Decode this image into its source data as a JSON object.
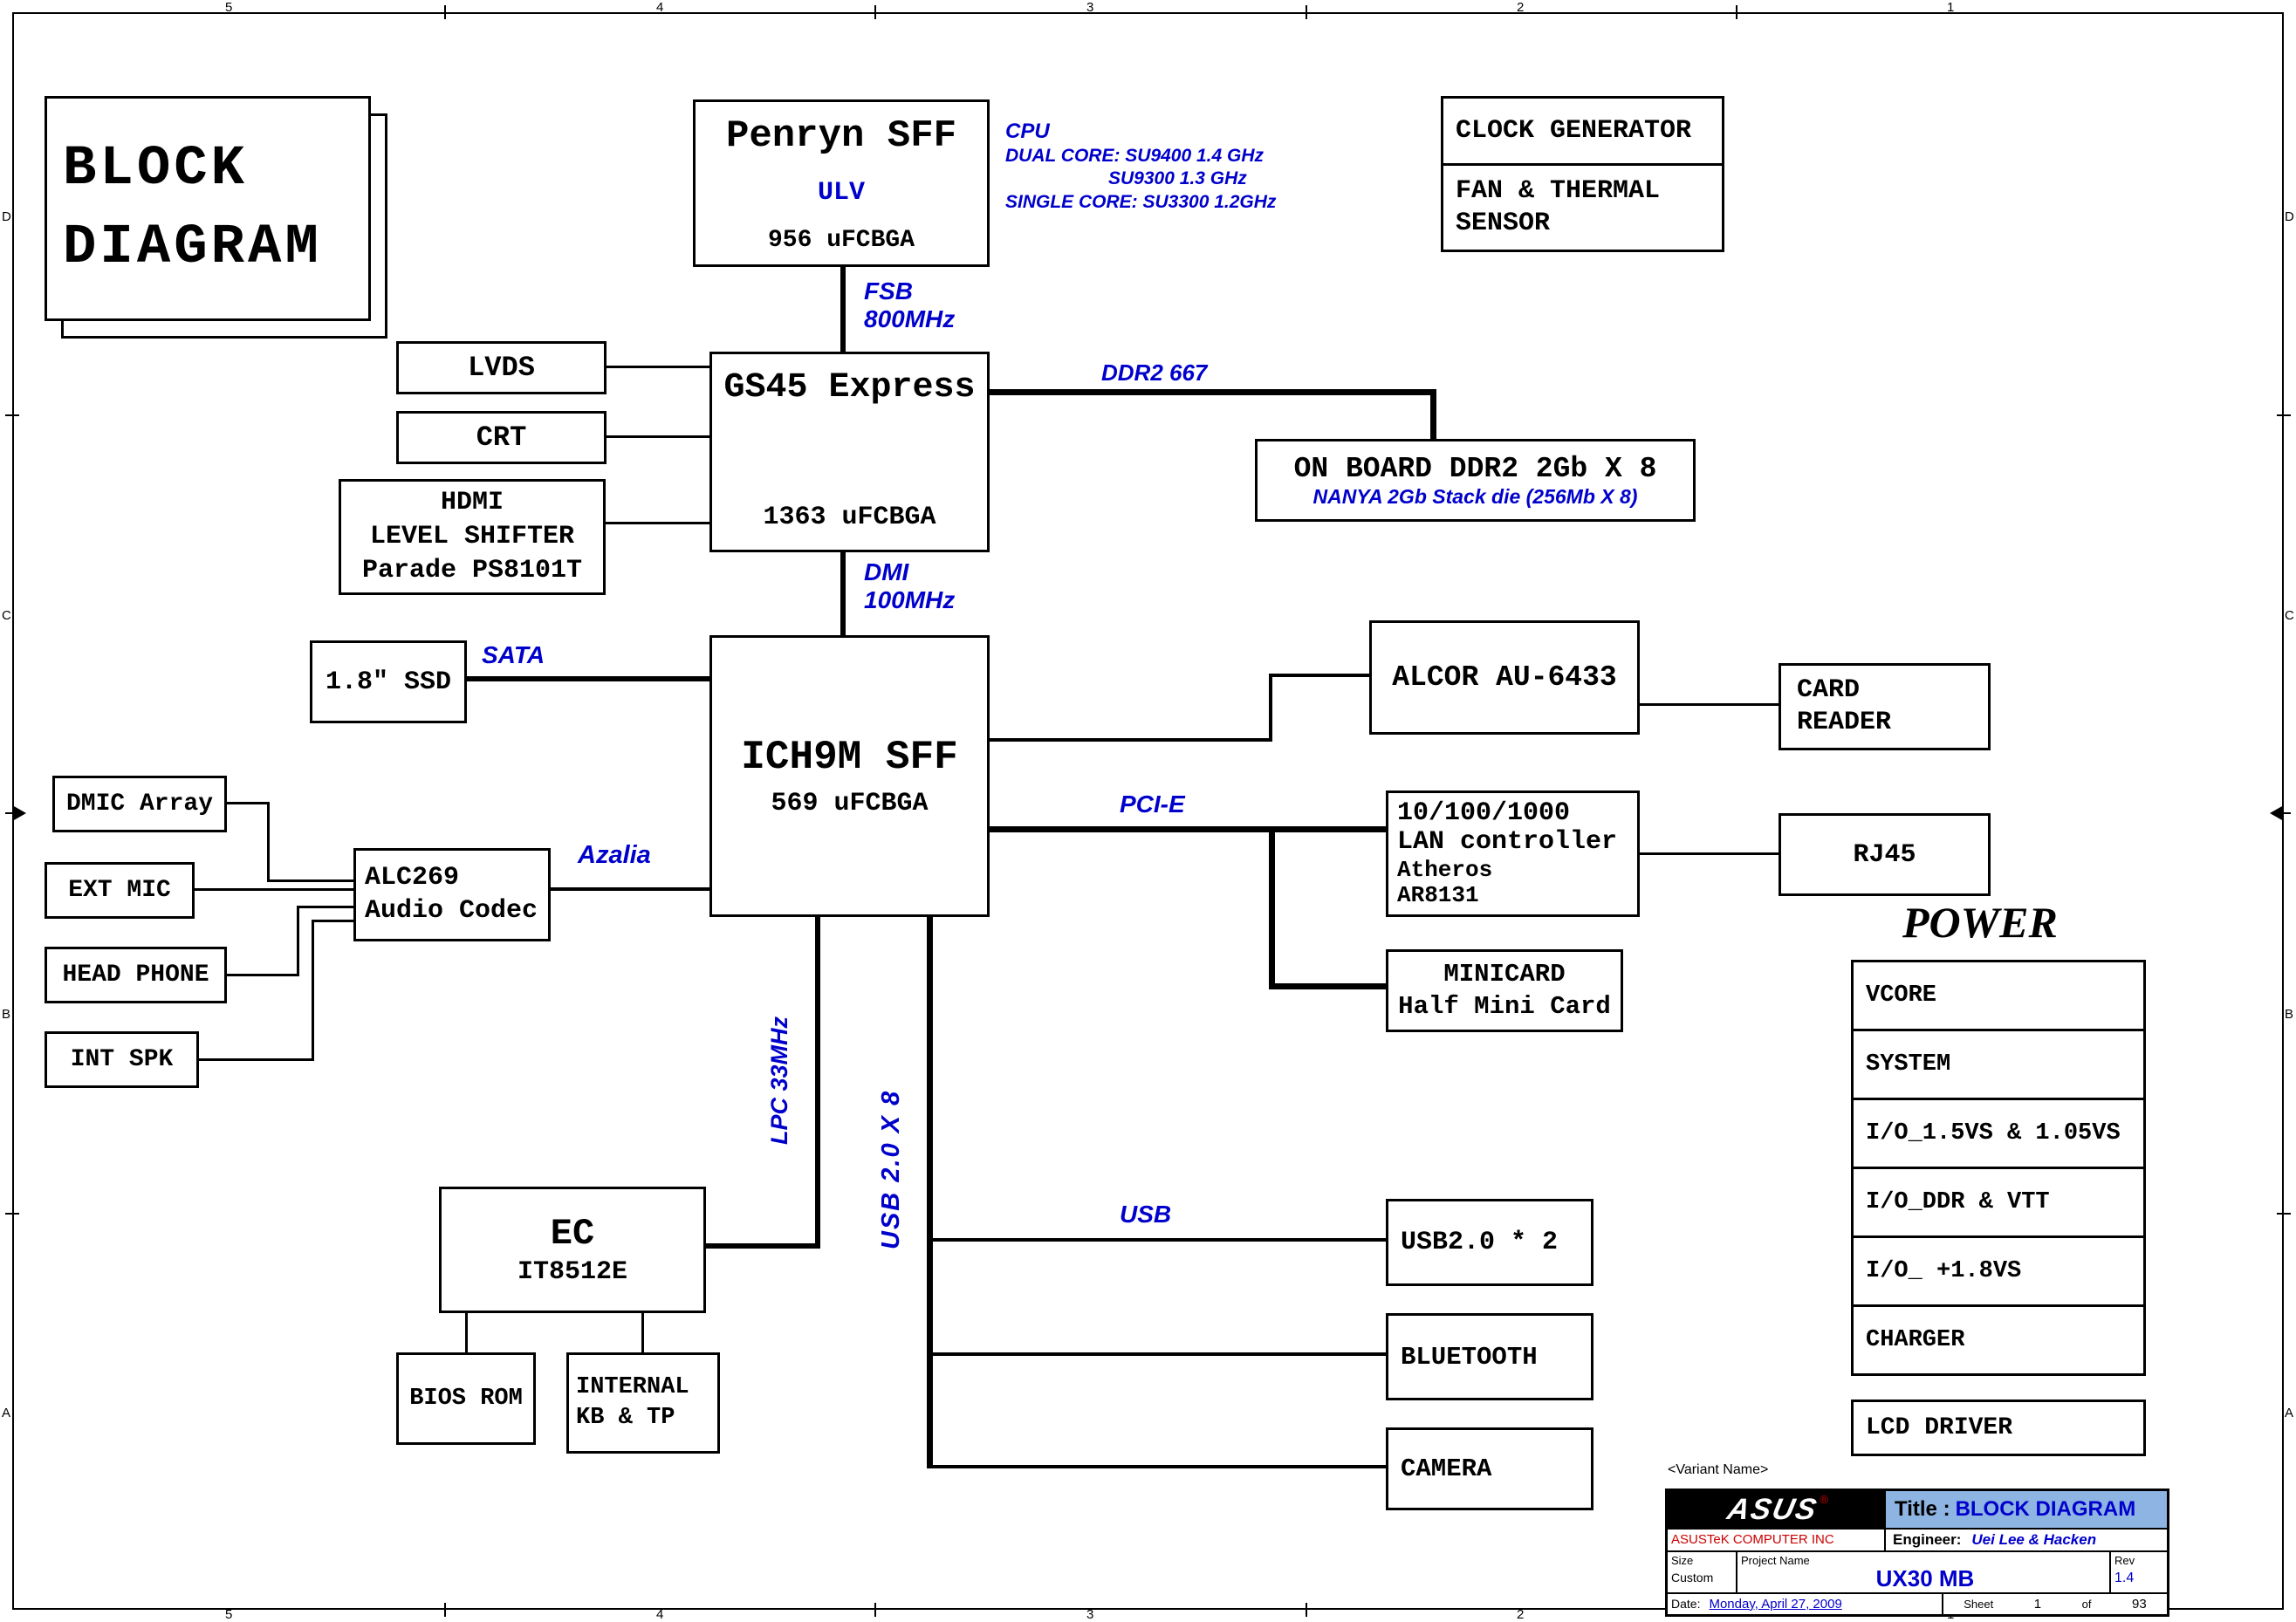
{
  "ruler": {
    "cols": [
      "5",
      "4",
      "3",
      "2",
      "1"
    ],
    "rows": [
      "D",
      "C",
      "B",
      "A"
    ]
  },
  "title_box": {
    "line1": "BLOCK",
    "line2": "DIAGRAM"
  },
  "cpu": {
    "name": "Penryn SFF",
    "variant": "ULV",
    "package": "956 uFCBGA"
  },
  "cpu_note": {
    "line1": "CPU",
    "line2": "DUAL CORE: SU9400 1.4 GHz",
    "line3": "SU9300 1.3 GHz",
    "line4": "SINGLE CORE: SU3300 1.2GHz"
  },
  "clock": {
    "clock_gen": "CLOCK GENERATOR",
    "fan1": "FAN & THERMAL",
    "fan2": "SENSOR"
  },
  "buses": {
    "fsb1": "FSB",
    "fsb2": "800MHz",
    "ddr2": "DDR2 667",
    "dmi1": "DMI",
    "dmi2": "100MHz",
    "sata": "SATA",
    "pcie": "PCI-E",
    "azalia": "Azalia",
    "lpc": "LPC 33MHz",
    "usb8": "USB 2.0 X 8",
    "usb": "USB"
  },
  "display": {
    "lvds": "LVDS",
    "crt": "CRT",
    "hdmi1": "HDMI",
    "hdmi2": "LEVEL SHIFTER",
    "hdmi3": "Parade PS8101T"
  },
  "gs45": {
    "name": "GS45 Express",
    "package": "1363 uFCBGA"
  },
  "memory": {
    "line1": "ON BOARD DDR2 2Gb X 8",
    "line2": "NANYA 2Gb Stack die (256Mb X 8)"
  },
  "ich9m": {
    "name": "ICH9M SFF",
    "package": "569 uFCBGA"
  },
  "storage": {
    "ssd": "1.8\" SSD"
  },
  "card": {
    "alcor": "ALCOR AU-6433",
    "reader1": "CARD",
    "reader2": "READER"
  },
  "lan": {
    "line1": "10/100/1000",
    "line2": "LAN controller",
    "line3": "Atheros",
    "line4": "AR8131",
    "rj45": "RJ45"
  },
  "minicard": {
    "line1": "MINICARD",
    "line2": "Half Mini Card"
  },
  "audio": {
    "dmic": "DMIC Array",
    "ext_mic": "EXT MIC",
    "headphone": "HEAD PHONE",
    "int_spk": "INT SPK",
    "codec1": "ALC269",
    "codec2": "Audio Codec"
  },
  "ec": {
    "name": "EC",
    "chip": "IT8512E",
    "bios": "BIOS ROM",
    "kb1": "INTERNAL",
    "kb2": "KB & TP"
  },
  "usb_devices": {
    "usb2": "USB2.0 * 2",
    "bluetooth": "BLUETOOTH",
    "camera": "CAMERA"
  },
  "power": {
    "title": "POWER",
    "items": [
      "VCORE",
      "SYSTEM",
      "I/O_1.5VS & 1.05VS",
      "I/O_DDR & VTT",
      "I/O_ +1.8VS",
      "CHARGER"
    ],
    "lcd": "LCD DRIVER"
  },
  "titleblock": {
    "variant": "<Variant Name>",
    "logo": "ASUS",
    "reg": "®",
    "title_label": "Title :",
    "title_value": "BLOCK DIAGRAM",
    "company": "ASUSTeK COMPUTER INC",
    "engineer_label": "Engineer:",
    "engineer": "Uei Lee & Hacken",
    "size_label": "Size",
    "size_value": "Custom",
    "project_label": "Project Name",
    "project_value": "UX30 MB",
    "rev_label": "Rev",
    "rev_value": "1.4",
    "date_label": "Date:",
    "date_value": "Monday, April 27, 2009",
    "sheet_label": "Sheet",
    "sheet_value": "1",
    "of_label": "of",
    "total_value": "93"
  },
  "colors": {
    "signal_blue": "#0000cc",
    "red": "#cc0000",
    "title_bar_bg": "#8db4e2"
  }
}
